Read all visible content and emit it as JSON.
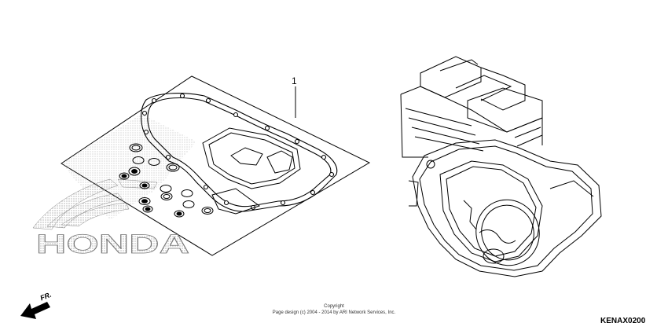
{
  "callouts": [
    {
      "number": "1"
    }
  ],
  "watermark": {
    "brand": "HONDA"
  },
  "direction_marker": {
    "label": "FR."
  },
  "copyright": {
    "line1": "Copyright",
    "line2": "Page design (c) 2004 - 2014 by ARI Network Services, Inc."
  },
  "diagram_code": "KENAX0200",
  "colors": {
    "line": "#000000",
    "dot_pattern": "#9a9a9a"
  }
}
